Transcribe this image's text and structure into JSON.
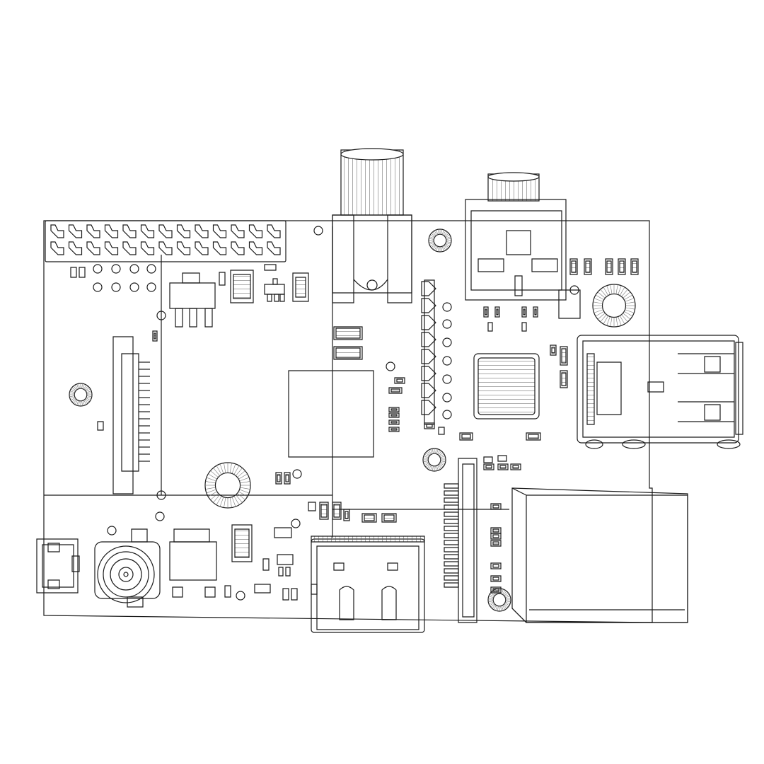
{
  "diagram": {
    "kind": "single-board computer PCB wireframe line drawing",
    "colors": {
      "background": "#ffffff",
      "line": "#1a1a1a",
      "hatch": "#555555"
    },
    "components": [
      {
        "name": "gpio-header",
        "count": 26
      },
      {
        "name": "rca-video-jack"
      },
      {
        "name": "audio-jack"
      },
      {
        "name": "usb-port",
        "count": 2
      },
      {
        "name": "ethernet-port"
      },
      {
        "name": "hdmi-port"
      },
      {
        "name": "micro-usb-port"
      },
      {
        "name": "soc-chip"
      },
      {
        "name": "usb-lan-chip"
      },
      {
        "name": "display-connector"
      },
      {
        "name": "camera-connector"
      },
      {
        "name": "power-regulator",
        "count": 2
      },
      {
        "name": "electrolytic-capacitor"
      },
      {
        "name": "inductor-coil",
        "count": 6
      }
    ]
  }
}
